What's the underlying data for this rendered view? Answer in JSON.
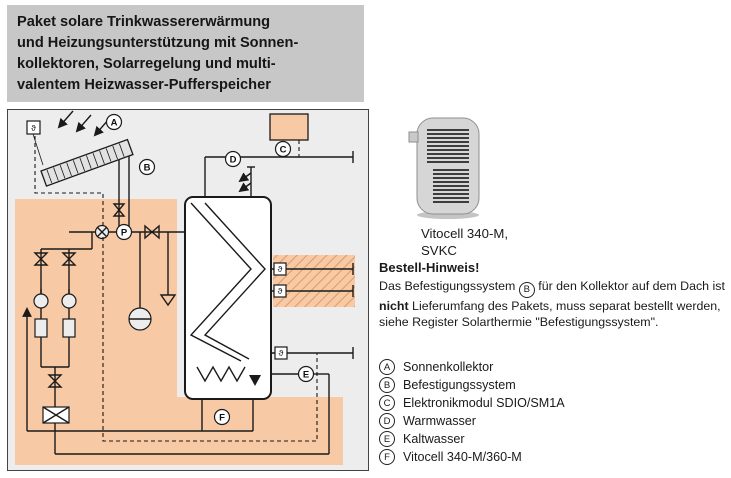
{
  "title": {
    "lines": [
      "Paket solare Trinkwassererwärmung",
      "und Heizungsunterstützung mit Sonnen-",
      "kollektoren, Solarregelung und multi-",
      "valentem Heizwasser-Pufferspeicher"
    ]
  },
  "product": {
    "caption": [
      "Vitocell 340-M,",
      "SVKC"
    ]
  },
  "note": {
    "heading": "Bestell-Hinweis!",
    "part1": "Das Befestigungssystem ",
    "badge": "B",
    "part2": " für den Kollektor auf dem Dach ist ",
    "bold": "nicht",
    "part3": " Lieferumfang des Pakets, muss separat bestellt werden, siehe Register Solarthermie \"Befestigungssystem\"."
  },
  "legend": {
    "items": [
      {
        "key": "A",
        "label": "Sonnenkollektor"
      },
      {
        "key": "B",
        "label": "Befestigungssystem"
      },
      {
        "key": "C",
        "label": "Elektronikmodul SDIO/SM1A"
      },
      {
        "key": "D",
        "label": "Warmwasser"
      },
      {
        "key": "E",
        "label": "Kaltwasser"
      },
      {
        "key": "F",
        "label": "Vitocell 340-M/360-M"
      }
    ]
  },
  "diagram": {
    "badges": {
      "A": "A",
      "B": "B",
      "C": "C",
      "D": "D",
      "E": "E",
      "F": "F",
      "P": "P"
    },
    "sensor_symbol": "ϑ",
    "colors": {
      "salmon": "#f7c9a4",
      "background": "#ededed",
      "title_box": "#c7c7c7"
    }
  }
}
